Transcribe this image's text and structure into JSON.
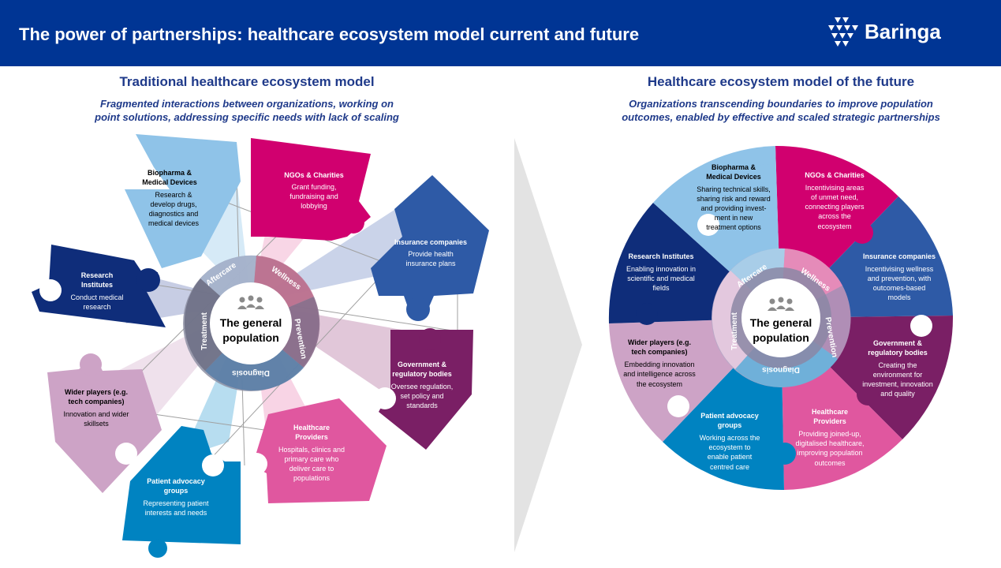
{
  "header": {
    "title": "The power of partnerships: healthcare ecosystem model current and future",
    "logo_text": "Baringa"
  },
  "left": {
    "title": "Traditional healthcare ecosystem model",
    "subtitle_lines": [
      "Fragmented interactions between organizations, working on",
      "point solutions, addressing specific needs with lack of scaling"
    ],
    "center_lines": [
      "The general",
      "population"
    ],
    "ring": {
      "aftercare": "Aftercare",
      "wellness": "Wellness",
      "prevention": "Prevention",
      "diagnosis": "Diagnosis",
      "treatment": "Treatment"
    },
    "pieces": {
      "biopharma": {
        "title": [
          "Biopharma &",
          "Medical Devices"
        ],
        "desc": [
          "Research &",
          "develop drugs,",
          "diagnostics and",
          "medical devices"
        ]
      },
      "ngos": {
        "title": [
          "NGOs & Charities"
        ],
        "desc": [
          "Grant funding,",
          "fundraising and",
          "lobbying"
        ]
      },
      "insurance": {
        "title": [
          "Insurance companies"
        ],
        "desc": [
          "Provide health",
          "insurance plans"
        ]
      },
      "research": {
        "title": [
          "Research",
          "Institutes"
        ],
        "desc": [
          "Conduct medical",
          "research"
        ]
      },
      "government": {
        "title": [
          "Government &",
          "regulatory bodies"
        ],
        "desc": [
          "Oversee regulation,",
          "set policy and",
          "standards"
        ]
      },
      "wider": {
        "title": [
          "Wider players (e.g.",
          "tech companies)"
        ],
        "desc": [
          "Innovation and wider",
          "skillsets"
        ]
      },
      "providers": {
        "title": [
          "Healthcare",
          "Providers"
        ],
        "desc": [
          "Hospitals, clinics and",
          "primary care who",
          "deliver care to",
          "populations"
        ]
      },
      "patient": {
        "title": [
          "Patient advocacy",
          "groups"
        ],
        "desc": [
          "Representing patient",
          "interests and needs"
        ]
      }
    }
  },
  "right": {
    "title": "Healthcare ecosystem model of the future",
    "subtitle_lines": [
      "Organizations transcending boundaries to improve population",
      "outcomes, enabled by effective and scaled strategic partnerships"
    ],
    "center_lines": [
      "The general",
      "population"
    ],
    "ring": {
      "aftercare": "Aftercare",
      "wellness": "Wellness",
      "prevention": "Prevention",
      "diagnosis": "Diagnosis",
      "treatment": "Treatment"
    },
    "pieces": {
      "biopharma": {
        "title": [
          "Biopharma &",
          "Medical Devices"
        ],
        "desc": [
          "Sharing technical skills,",
          "sharing risk and reward",
          "and providing invest-",
          "ment in new",
          "treatment options"
        ]
      },
      "ngos": {
        "title": [
          "NGOs & Charities"
        ],
        "desc": [
          "Incentivising areas",
          "of unmet need,",
          "connecting players",
          "across the",
          "ecosystem"
        ]
      },
      "insurance": {
        "title": [
          "Insurance companies"
        ],
        "desc": [
          "Incentivising wellness",
          "and prevention, with",
          "outcomes-based",
          "models"
        ]
      },
      "government": {
        "title": [
          "Government &",
          "regulatory bodies"
        ],
        "desc": [
          "Creating the",
          "environment for",
          "investment, innovation",
          "and quality"
        ]
      },
      "providers": {
        "title": [
          "Healthcare",
          "Providers"
        ],
        "desc": [
          "Providing joined-up,",
          "digitalised healthcare,",
          "improving population",
          "outcomes"
        ]
      },
      "patient": {
        "title": [
          "Patient advocacy",
          "groups"
        ],
        "desc": [
          "Working across the",
          "ecosystem to",
          "enable patient",
          "centred care"
        ]
      },
      "wider": {
        "title": [
          "Wider players (e.g.",
          "tech companies)"
        ],
        "desc": [
          "Embedding innovation",
          "and intelligence across",
          "the ecosystem"
        ]
      },
      "research": {
        "title": [
          "Research Institutes"
        ],
        "desc": [
          "Enabling innovation in",
          "scientific and medical",
          "fields"
        ]
      }
    }
  },
  "colors": {
    "header": "#003594",
    "biopharma": "#8fc3e8",
    "ngos": "#d1006f",
    "insurance": "#2e5aa6",
    "government": "#7a1f65",
    "providers": "#e0579f",
    "patient": "#0083c1",
    "wider": "#cda3c6",
    "research": "#0f2d7a"
  }
}
